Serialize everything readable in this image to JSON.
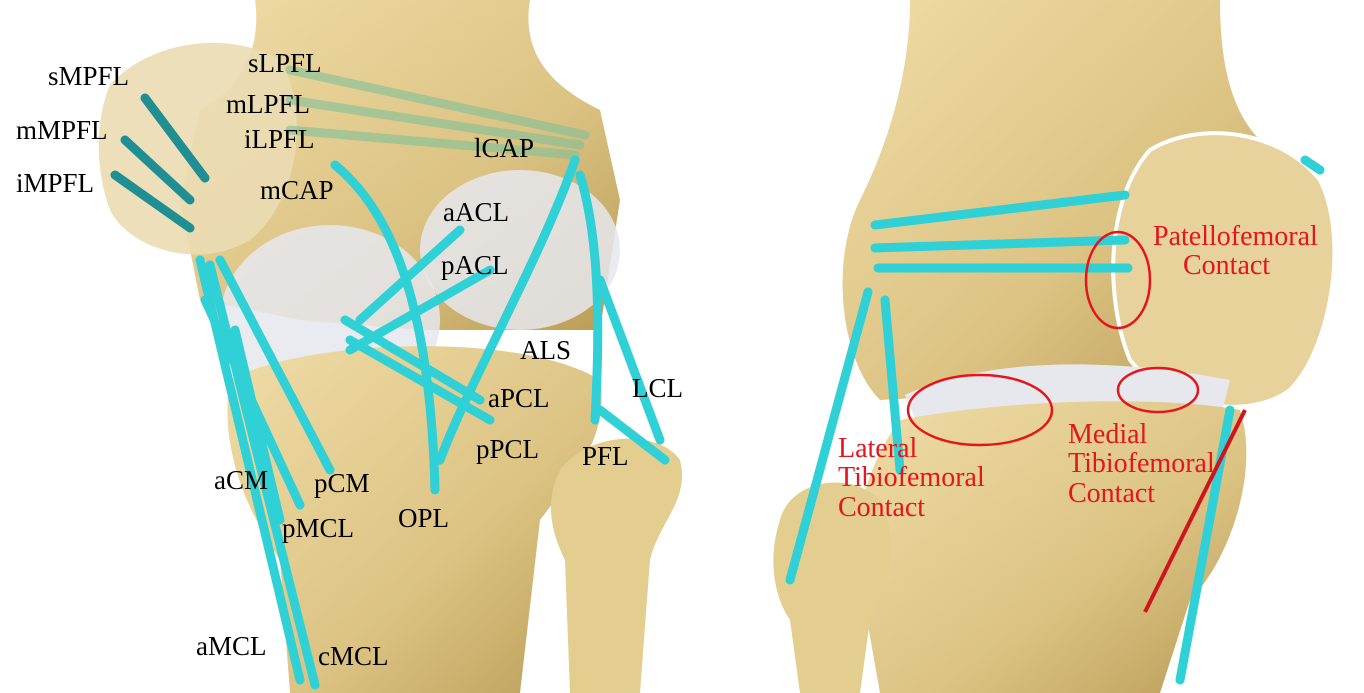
{
  "left_panel": {
    "labels": {
      "sMPFL": "sMPFL",
      "mMPFL": "mMPFL",
      "iMPFL": "iMPFL",
      "sLPFL": "sLPFL",
      "mLPFL": "mLPFL",
      "iLPFL": "iLPFL",
      "lCAP": "lCAP",
      "mCAP": "mCAP",
      "aACL": "aACL",
      "pACL": "pACL",
      "ALS": "ALS",
      "LCL": "LCL",
      "aPCL": "aPCL",
      "pPCL": "pPCL",
      "PFL": "PFL",
      "aCM": "aCM",
      "pCM": "pCM",
      "pMCL": "pMCL",
      "OPL": "OPL",
      "aMCL": "aMCL",
      "cMCL": "cMCL"
    }
  },
  "right_panel": {
    "labels": {
      "patellofemoral_line1": "Patellofemoral",
      "patellofemoral_line2": "Contact",
      "lateral_line1": "Lateral",
      "lateral_line2": "Tibiofemoral",
      "lateral_line3": "Contact",
      "medial_line1": "Medial",
      "medial_line2": "Tibiofemoral",
      "medial_line3": "Contact"
    }
  },
  "colors": {
    "bone": "#dfc787",
    "bone_shadow": "#b89c55",
    "cartilage": "#e6e8ee",
    "ligament": "#2fd0d6",
    "ligament_dark": "#1f8f94",
    "contact_outline": "#e3171b",
    "label_text": "#000000"
  }
}
